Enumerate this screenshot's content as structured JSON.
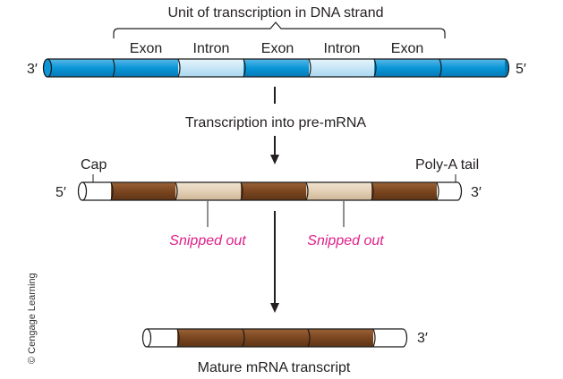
{
  "dna": {
    "title": "Unit of transcription in DNA strand",
    "end_left": "3′",
    "end_right": "5′",
    "segments": [
      "Exon",
      "Intron",
      "Exon",
      "Intron",
      "Exon"
    ]
  },
  "step1_label": "Transcription into pre-mRNA",
  "pre_mrna": {
    "end_left": "5′",
    "end_right": "3′",
    "cap_label": "Cap",
    "tail_label": "Poly-A tail",
    "snipped_labels": [
      "Snipped out",
      "Snipped out"
    ]
  },
  "mature": {
    "end_right": "3′",
    "label": "Mature mRNA transcript"
  },
  "credit": "© Cengage Learning",
  "colors": {
    "exon_dna": "#0a96d8",
    "intron_dna": "#c7e6f6",
    "exon_mrna": "#7a4620",
    "intron_mrna": "#e3cfb5",
    "snipped_text": "#e0218a"
  }
}
